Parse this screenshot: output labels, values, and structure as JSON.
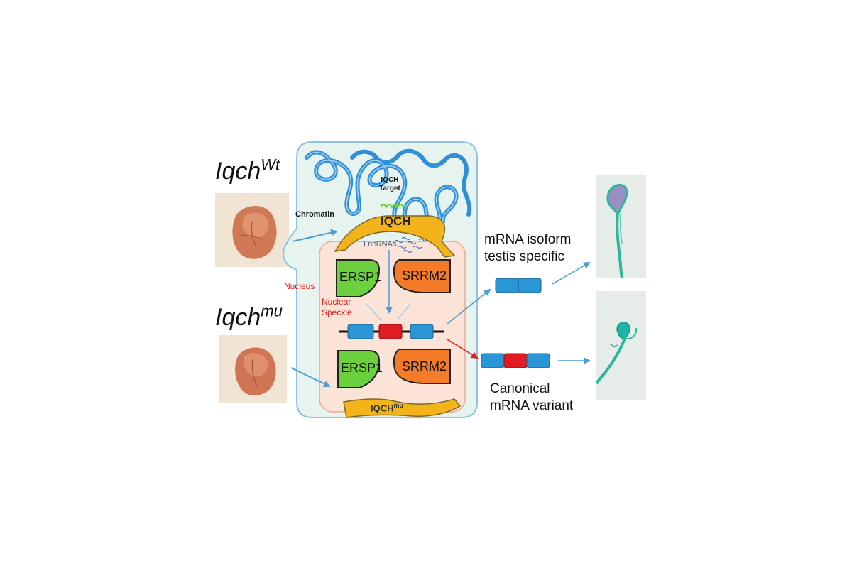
{
  "genotypes": {
    "wt": {
      "base": "Iqch",
      "sup": "Wt"
    },
    "mu": {
      "base": "Iqch",
      "sup": "mu"
    }
  },
  "cell": {
    "chromatin_label": "Chromatin",
    "target_label_line1": "IQCH",
    "target_label_line2": "Target",
    "iqch_label": "IQCH",
    "lncrnas_label": "LncRNAs",
    "nucleus_label": "Nucleus",
    "speckle_label_line1": "Nuclear",
    "speckle_label_line2": "Speckle",
    "ersp1_label": "ERSP1",
    "srrm2_label": "SRRM2",
    "iqch_mu_base": "IQCH",
    "iqch_mu_sup": "mu"
  },
  "outcomes": {
    "isoform_line1": "mRNA isoform",
    "isoform_line2": "testis specific",
    "canonical_line1": "Canonical",
    "canonical_line2": "mRNA variant"
  },
  "colors": {
    "chromatin": "#2f8fd8",
    "iqch": "#f2b31b",
    "ersp1": "#6ccf3d",
    "srrm2": "#f47b28",
    "exon_blue": "#2a96d6",
    "exon_red": "#e01b24",
    "arrow_blue": "#4a9fd4",
    "arrow_red": "#e0201e",
    "cell_fill": "#e6f3ef",
    "speckle_fill": "#fbe3d8",
    "sperm_stain": "#2fb59a"
  },
  "icons": {
    "testis_wt": "testis-photo",
    "testis_mu": "testis-photo",
    "sperm_normal": "sperm-normal-image",
    "sperm_abnormal": "sperm-abnormal-image"
  }
}
